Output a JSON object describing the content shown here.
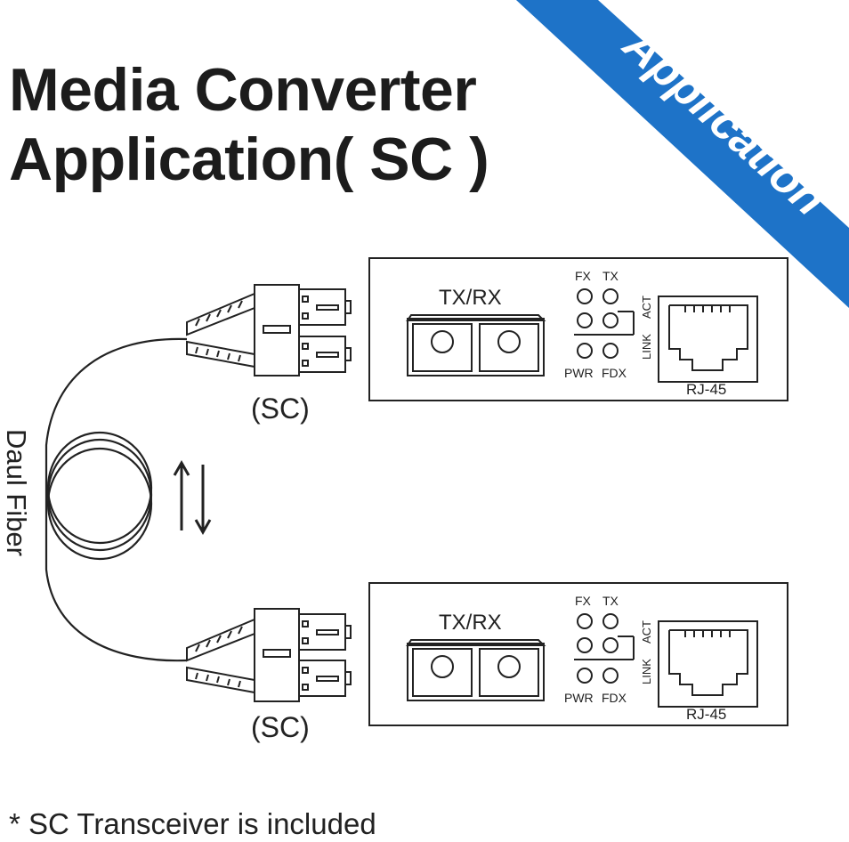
{
  "title": {
    "line1": "Media Converter",
    "line2": "Application( SC )"
  },
  "ribbon": {
    "label": "Application",
    "color": "#1e73c8",
    "text_color": "#ffffff"
  },
  "fiber": {
    "label": "Daul Fiber",
    "direction_symbol": "⇅"
  },
  "connector_label": "(SC)",
  "converters": [
    {
      "port_label": "TX/RX",
      "leds": {
        "fx": "FX",
        "tx": "TX",
        "act": "ACT",
        "link": "LINK",
        "pwr": "PWR",
        "fdx": "FDX"
      },
      "rj45_label": "RJ-45"
    },
    {
      "port_label": "TX/RX",
      "leds": {
        "fx": "FX",
        "tx": "TX",
        "act": "ACT",
        "link": "LINK",
        "pwr": "PWR",
        "fdx": "FDX"
      },
      "rj45_label": "RJ-45"
    }
  ],
  "footnote": "* SC Transceiver is included"
}
